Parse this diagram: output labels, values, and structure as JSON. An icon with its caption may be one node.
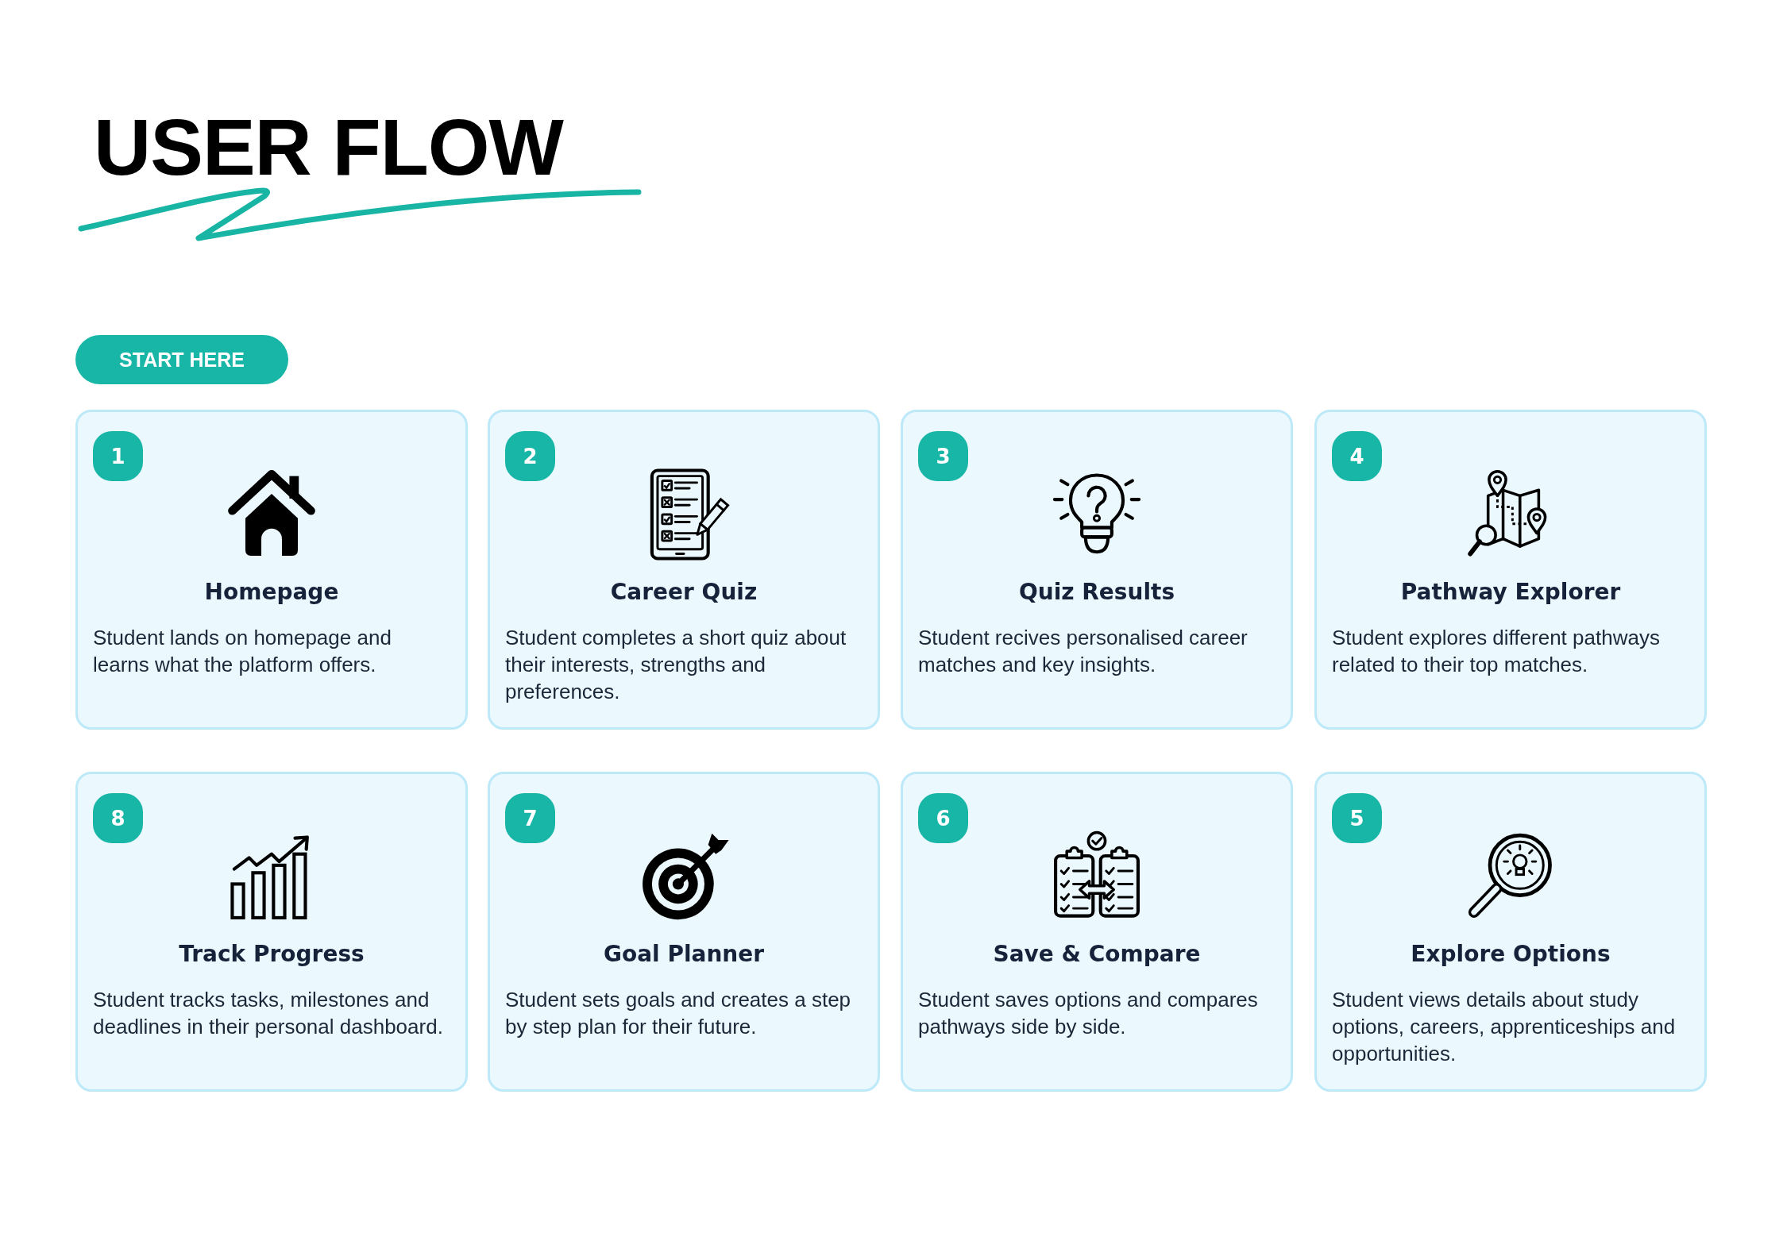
{
  "diagram": {
    "title": "USER FLOW",
    "nodes": [
      {
        "text": [
          "START HERE"
        ]
      },
      {
        "text": [
          "Homepage",
          "Student lands on homepage and learns what the platform offers."
        ]
      },
      {
        "text": [
          "1"
        ],
        "in": 1
      },
      {
        "text": [
          "Career Quiz",
          "Student completes a short quiz about their interests, strengths and preferences."
        ]
      },
      {
        "text": [
          "2"
        ],
        "in": 3
      },
      {
        "text": [
          "Quiz Results",
          "Student recives personalised career matches and key insights."
        ]
      },
      {
        "text": [
          "3"
        ],
        "in": 5
      },
      {
        "text": [
          "Pathway Explorer",
          "Student explores different pathways related to their top matches."
        ]
      },
      {
        "text": [
          "4"
        ],
        "in": 7
      },
      {
        "text": [
          "Track Progress",
          "Student tracks tasks, milestones and deadlines in their personal dashboard."
        ]
      },
      {
        "text": [
          "8"
        ],
        "in": 9
      },
      {
        "text": [
          "Goal Planner",
          "Student sets goals and creates a step by step plan for their future."
        ]
      },
      {
        "text": [
          "7"
        ],
        "in": 11
      },
      {
        "text": [
          "Save & Compare",
          "Student saves options and compares pathways side by side."
        ]
      },
      {
        "text": [
          "6"
        ],
        "in": 13
      },
      {
        "text": [
          "Explore Options",
          "Student views details about study options, careers, apprenticeships and opportunities."
        ]
      },
      {
        "text": [
          "5"
        ],
        "in": 15
      }
    ]
  }
}
